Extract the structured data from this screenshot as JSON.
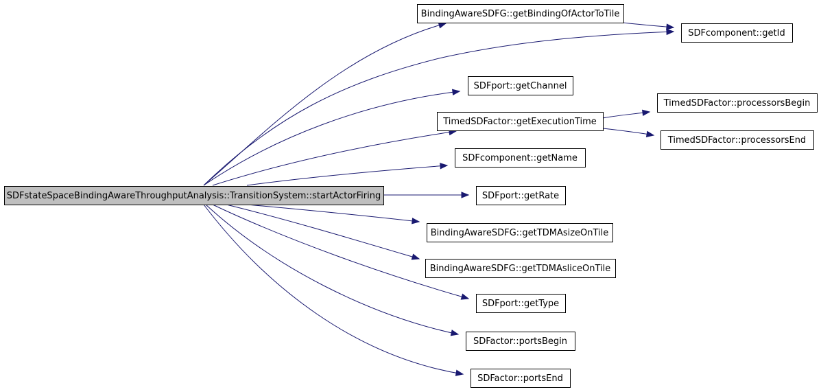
{
  "diagram": {
    "root": {
      "id": "n0",
      "label": "SDFstateSpaceBindingAwareThroughputAnalysis::TransitionSystem::startActorFiring"
    },
    "nodes": [
      {
        "id": "n1",
        "label": "BindingAwareSDFG::getBindingOfActorToTile"
      },
      {
        "id": "n2",
        "label": "SDFcomponent::getId"
      },
      {
        "id": "n3",
        "label": "SDFport::getChannel"
      },
      {
        "id": "n4",
        "label": "TimedSDFactor::getExecutionTime"
      },
      {
        "id": "n5",
        "label": "TimedSDFactor::processorsBegin"
      },
      {
        "id": "n6",
        "label": "TimedSDFactor::processorsEnd"
      },
      {
        "id": "n7",
        "label": "SDFcomponent::getName"
      },
      {
        "id": "n8",
        "label": "SDFport::getRate"
      },
      {
        "id": "n9",
        "label": "BindingAwareSDFG::getTDMAsizeOnTile"
      },
      {
        "id": "n10",
        "label": "BindingAwareSDFG::getTDMAsliceOnTile"
      },
      {
        "id": "n11",
        "label": "SDFport::getType"
      },
      {
        "id": "n12",
        "label": "SDFactor::portsBegin"
      },
      {
        "id": "n13",
        "label": "SDFactor::portsEnd"
      }
    ],
    "edges": [
      {
        "from": "n0",
        "to": "n1"
      },
      {
        "from": "n1",
        "to": "n2"
      },
      {
        "from": "n0",
        "to": "n2"
      },
      {
        "from": "n0",
        "to": "n3"
      },
      {
        "from": "n0",
        "to": "n4"
      },
      {
        "from": "n4",
        "to": "n5"
      },
      {
        "from": "n4",
        "to": "n6"
      },
      {
        "from": "n0",
        "to": "n7"
      },
      {
        "from": "n0",
        "to": "n8"
      },
      {
        "from": "n0",
        "to": "n9"
      },
      {
        "from": "n0",
        "to": "n10"
      },
      {
        "from": "n0",
        "to": "n11"
      },
      {
        "from": "n0",
        "to": "n12"
      },
      {
        "from": "n0",
        "to": "n13"
      }
    ],
    "colors": {
      "edge": "#191970",
      "root_fill": "#bfbfbf",
      "node_fill": "#ffffff",
      "border": "#000000"
    }
  }
}
